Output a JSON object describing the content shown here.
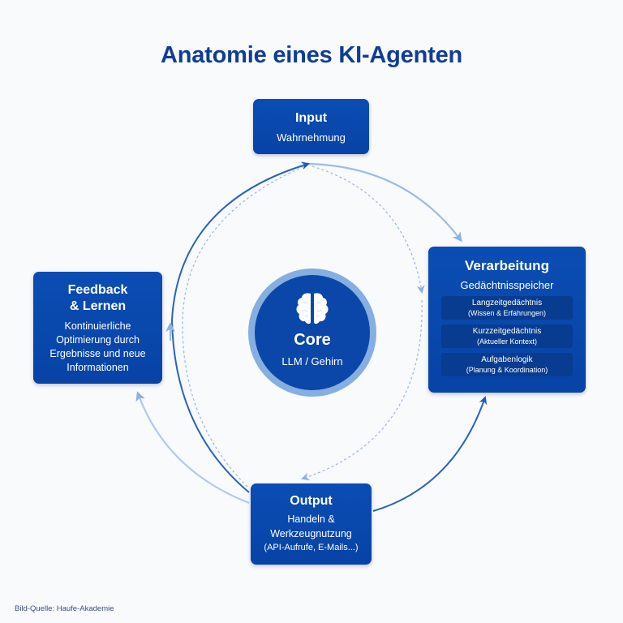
{
  "title": "Anatomie eines KI-Agenten",
  "colors": {
    "primary": "#0a47a8",
    "title": "#0f3d96",
    "ring": "#87aee0",
    "arrow_dark": "#2a62bd",
    "arrow_light": "#98b6e3",
    "background": "#f9fafc"
  },
  "nodes": {
    "input": {
      "title": "Input",
      "subtitle": "Wahrnehmung"
    },
    "processing": {
      "title": "Verarbeitung",
      "subtitle": "Gedächtnisspeicher",
      "items": [
        {
          "title": "Langzeitgedächtnis",
          "detail": "(Wissen & Erfahrungen)"
        },
        {
          "title": "Kurzzeitgedächtnis",
          "detail": "(Aktueller Kontext)"
        },
        {
          "title": "Aufgabenlogik",
          "detail": "(Planung & Koordination)"
        }
      ]
    },
    "core": {
      "icon": "brain-icon",
      "title": "Core",
      "subtitle": "LLM / Gehirn"
    },
    "output": {
      "title": "Output",
      "subtitle_line1": "Handeln &",
      "subtitle_line2": "Werkzeugnutzung",
      "note": "(API-Aufrufe, E-Mails...)"
    },
    "feedback": {
      "title_line1": "Feedback",
      "title_line2": "& Lernen",
      "desc": [
        "Kontinuierliche",
        "Optimierung durch",
        "Ergebnisse und neue",
        "Informationen"
      ]
    }
  },
  "flows": [
    {
      "from": "Input",
      "to": "Verarbeitung",
      "style": "solid-light"
    },
    {
      "from": "Input",
      "to": "Verarbeitung",
      "style": "dashed"
    },
    {
      "from": "Output",
      "to": "Verarbeitung",
      "style": "solid-dark"
    },
    {
      "from": "Verarbeitung",
      "to": "Output",
      "style": "dashed"
    },
    {
      "from": "Output",
      "to": "Feedback & Lernen",
      "style": "solid-light"
    },
    {
      "from": "Output",
      "to": "Input",
      "style": "solid-dark"
    },
    {
      "from": "Output",
      "to": "Input",
      "style": "dashed"
    }
  ],
  "source": "Bild-Quelle: Haufe-Akademie"
}
